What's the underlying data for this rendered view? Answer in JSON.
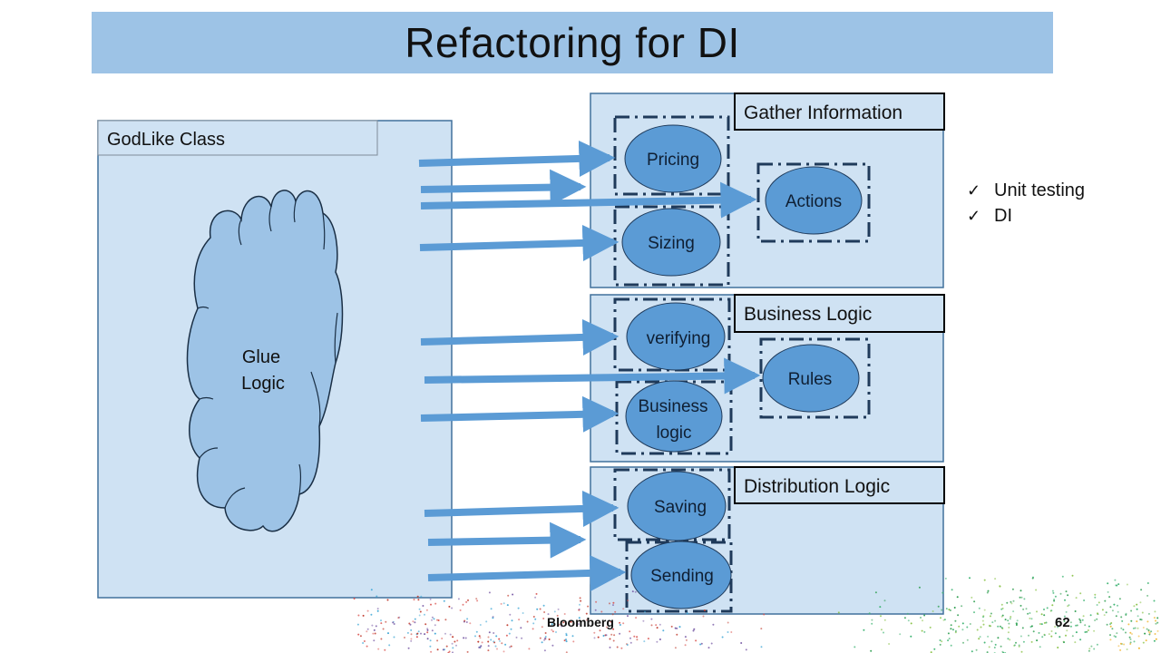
{
  "slide": {
    "title": "Refactoring for DI",
    "footer_brand": "Bloomberg",
    "page_number": "62"
  },
  "godlike": {
    "label": "GodLike Class",
    "cloud_line1": "Glue",
    "cloud_line2": "Logic"
  },
  "groups": [
    {
      "title": "Gather Information",
      "nodes": [
        {
          "label": "Pricing"
        },
        {
          "label": "Sizing"
        },
        {
          "label": "Actions"
        }
      ]
    },
    {
      "title": "Business Logic",
      "nodes": [
        {
          "label": "verifying"
        },
        {
          "label": "Business",
          "label2": "logic"
        },
        {
          "label": "Rules"
        }
      ]
    },
    {
      "title": "Distribution Logic",
      "nodes": [
        {
          "label": "Saving"
        },
        {
          "label": "Sending"
        }
      ]
    }
  ],
  "checklist": [
    {
      "icon": "checkmark-icon",
      "glyph": "✓",
      "text": "Unit testing"
    },
    {
      "icon": "checkmark-icon",
      "glyph": "✓",
      "text": "DI"
    }
  ],
  "colors": {
    "title_bar": "#9dc3e6",
    "panel_fill": "#cfe2f3",
    "cloud_fill": "#9dc3e6",
    "node_fill": "#5b9bd5",
    "arrow": "#5b9bd5",
    "dash_border": "#1f3a5a"
  }
}
